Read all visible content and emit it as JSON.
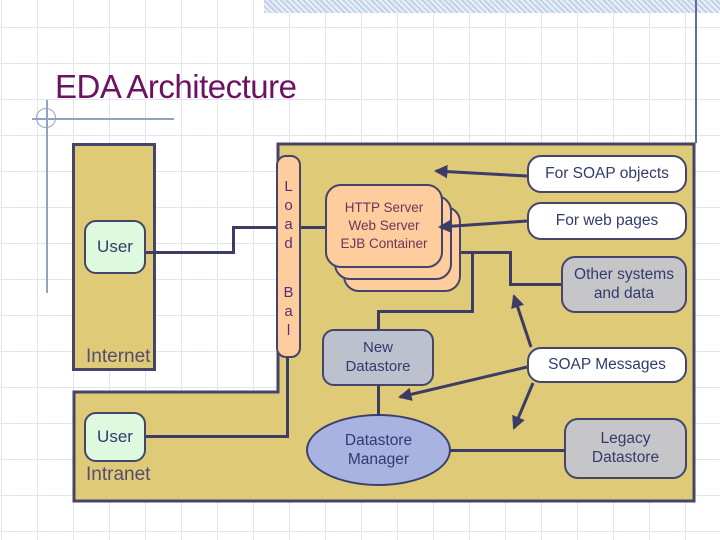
{
  "slide": {
    "title": "EDA Architecture"
  },
  "diagram": {
    "internet_zone": {
      "label": "Internet",
      "user_label": "User"
    },
    "intranet_zone": {
      "label": "Intranet",
      "user_label": "User"
    },
    "load_balancer": {
      "word1": "Load",
      "word2": "Bal"
    },
    "server_stack": {
      "label": "HTTP Server\nWeb Server\nEJB Container"
    },
    "new_datastore": {
      "label": "New\nDatastore"
    },
    "datastore_manager": {
      "label": "Datastore\nManager"
    },
    "annotations": {
      "for_soap_objects": "For SOAP objects",
      "for_web_pages": "For web pages",
      "other_systems": "Other systems\nand data",
      "soap_messages": "SOAP Messages",
      "legacy_datastore": "Legacy\nDatastore"
    },
    "colors": {
      "panel_fill": "#dfca78",
      "line_border": "#3c3c66",
      "server_fill": "#ffcc9e",
      "user_fill": "#ddfadf",
      "gray_fill": "#c6c6c9",
      "datastore_fill": "#bdc1cd",
      "ellipse_fill": "#a9b3e2",
      "title_color": "#6e1163",
      "text_color": "#333a6e",
      "accent_line": "#93a2c4"
    }
  }
}
